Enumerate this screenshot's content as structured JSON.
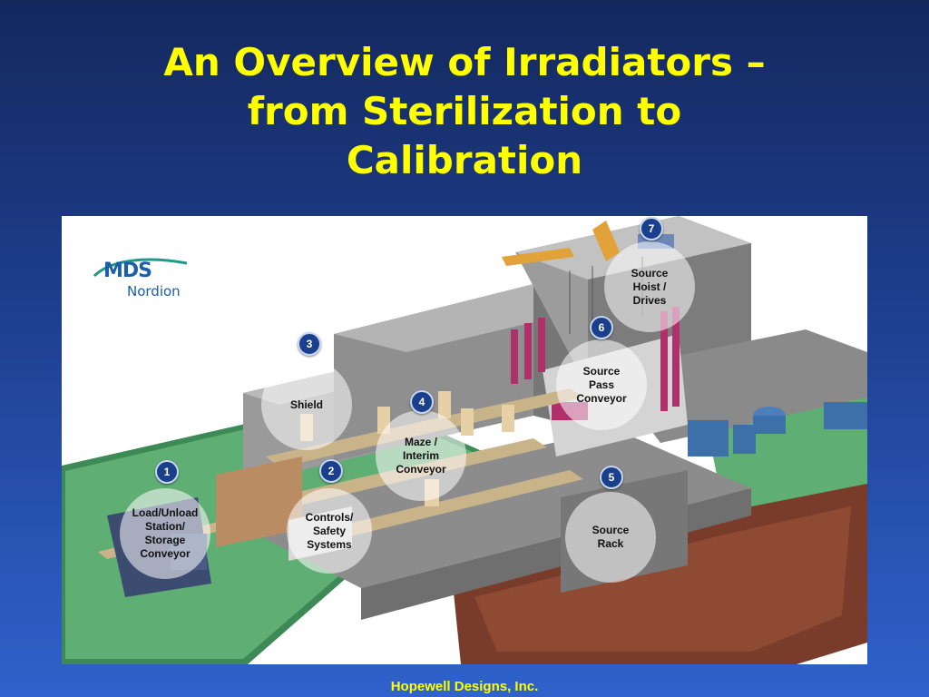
{
  "slide": {
    "title_lines": [
      "An Overview of Irradiators –",
      "from Sterilization to",
      "Calibration"
    ],
    "footer": "Hopewell Designs, Inc."
  },
  "logo": {
    "brand": "MDS",
    "subbrand": "Nordion",
    "color": "#1b5fa6"
  },
  "colors": {
    "title": "#ffff00",
    "background_top": "#14285e",
    "background_bottom": "#2f62cc",
    "badge": "#1a3f8c"
  },
  "callouts": [
    {
      "number": "1",
      "label": "Load/Unload\nStation/\nStorage\nConveyor"
    },
    {
      "number": "2",
      "label": "Controls/\nSafety\nSystems"
    },
    {
      "number": "3",
      "label": "Shield"
    },
    {
      "number": "4",
      "label": "Maze /\nInterim\nConveyor"
    },
    {
      "number": "5",
      "label": "Source\nRack"
    },
    {
      "number": "6",
      "label": "Source\nPass\nConveyor"
    },
    {
      "number": "7",
      "label": "Source\nHoist /\nDrives"
    }
  ]
}
